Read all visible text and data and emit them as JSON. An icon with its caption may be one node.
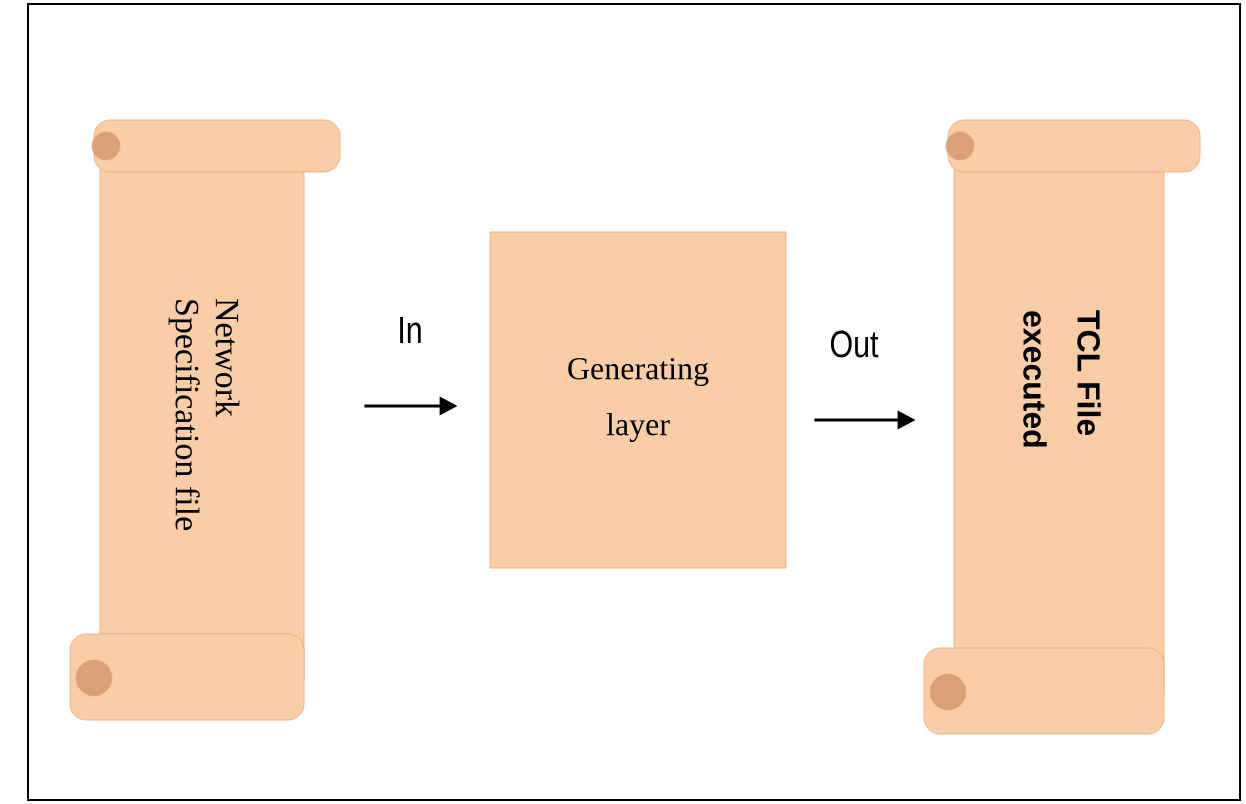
{
  "diagram": {
    "nodes": [
      {
        "text": [
          "Network Specification file"
        ]
      },
      {
        "text": [
          "Generating layer"
        ]
      },
      {
        "text": [
          "TCL File executed"
        ]
      }
    ],
    "edges": [
      {
        "from": 0,
        "to": 1,
        "arrow": "to",
        "label": "In"
      },
      {
        "from": 1,
        "to": 2,
        "arrow": "to",
        "label": "Out"
      }
    ]
  }
}
